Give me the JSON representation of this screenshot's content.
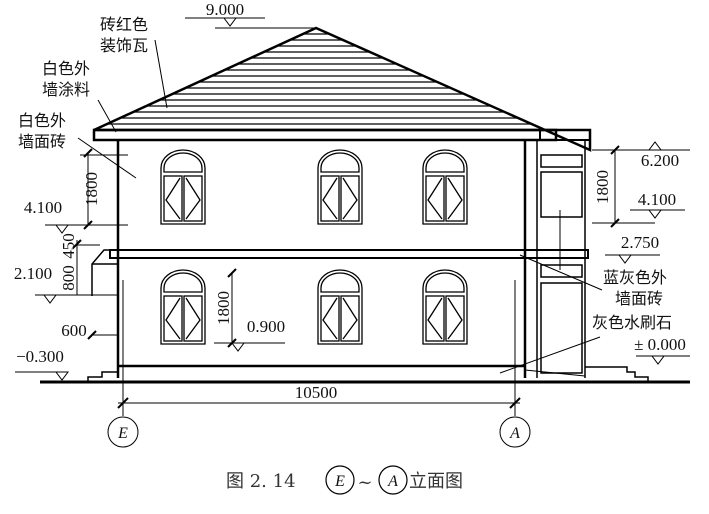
{
  "elevations": {
    "ridge": "9.000",
    "upper_window_top": "6.200",
    "second_floor_left": "4.100",
    "second_floor_right": "4.100",
    "canopy": "2.750",
    "canopy_left": "2.100",
    "lower_window_sill": "0.900",
    "ground_floor": "± 0.000",
    "outdoor": "−0.300"
  },
  "dimensions": {
    "upper_left_window": "1800",
    "upper_right_window": "1800",
    "lower_window": "1800",
    "band": "450",
    "canopy_height": "800",
    "plinth": "600",
    "overall_width": "10500"
  },
  "labels": {
    "roof_tile": [
      "砖红色",
      "装饰瓦"
    ],
    "white_paint": [
      "白色外",
      "墙涂料"
    ],
    "white_tile": [
      "白色外",
      "墙面砖"
    ],
    "blue_grey_tile": [
      "蓝灰色外",
      "墙面砖"
    ],
    "grey_granite": "灰色水刷石"
  },
  "axes": {
    "left": "E",
    "right": "A"
  },
  "caption": {
    "prefix": "图 2. 14",
    "from": "E",
    "tilde": "~",
    "to": "A",
    "suffix": "立面图"
  }
}
